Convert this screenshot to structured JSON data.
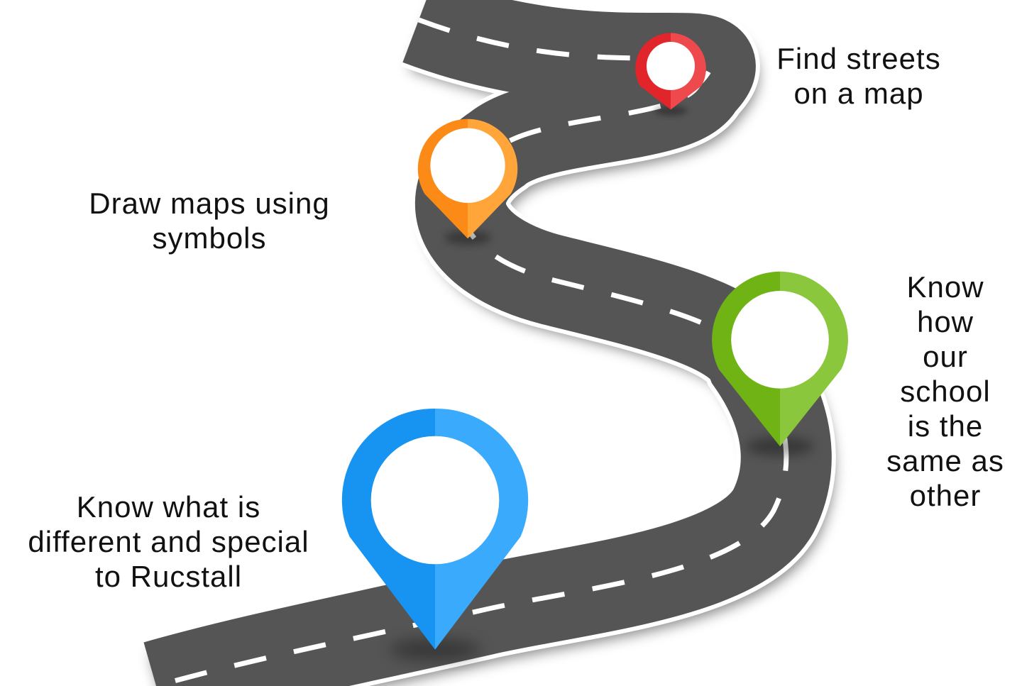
{
  "milestones": [
    {
      "id": "red",
      "color": "#e2252b",
      "color_light": "#ee4a4e",
      "lines": [
        "Find streets",
        "on a map"
      ]
    },
    {
      "id": "orange",
      "color": "#fb8a16",
      "color_light": "#ffa53a",
      "lines": [
        "Draw maps using",
        "symbols"
      ]
    },
    {
      "id": "green",
      "color": "#6fb414",
      "color_light": "#8ac73c",
      "lines": [
        "Know",
        "how",
        "our",
        "school",
        "is the",
        "same as",
        "other"
      ]
    },
    {
      "id": "blue",
      "color": "#1794f2",
      "color_light": "#3aaafc",
      "lines": [
        "Know what is",
        "different and special",
        "to Rucstall"
      ]
    }
  ],
  "road": {
    "asphalt_color": "#555555",
    "edge_color": "#ffffff",
    "marking_color": "#ffffff"
  }
}
